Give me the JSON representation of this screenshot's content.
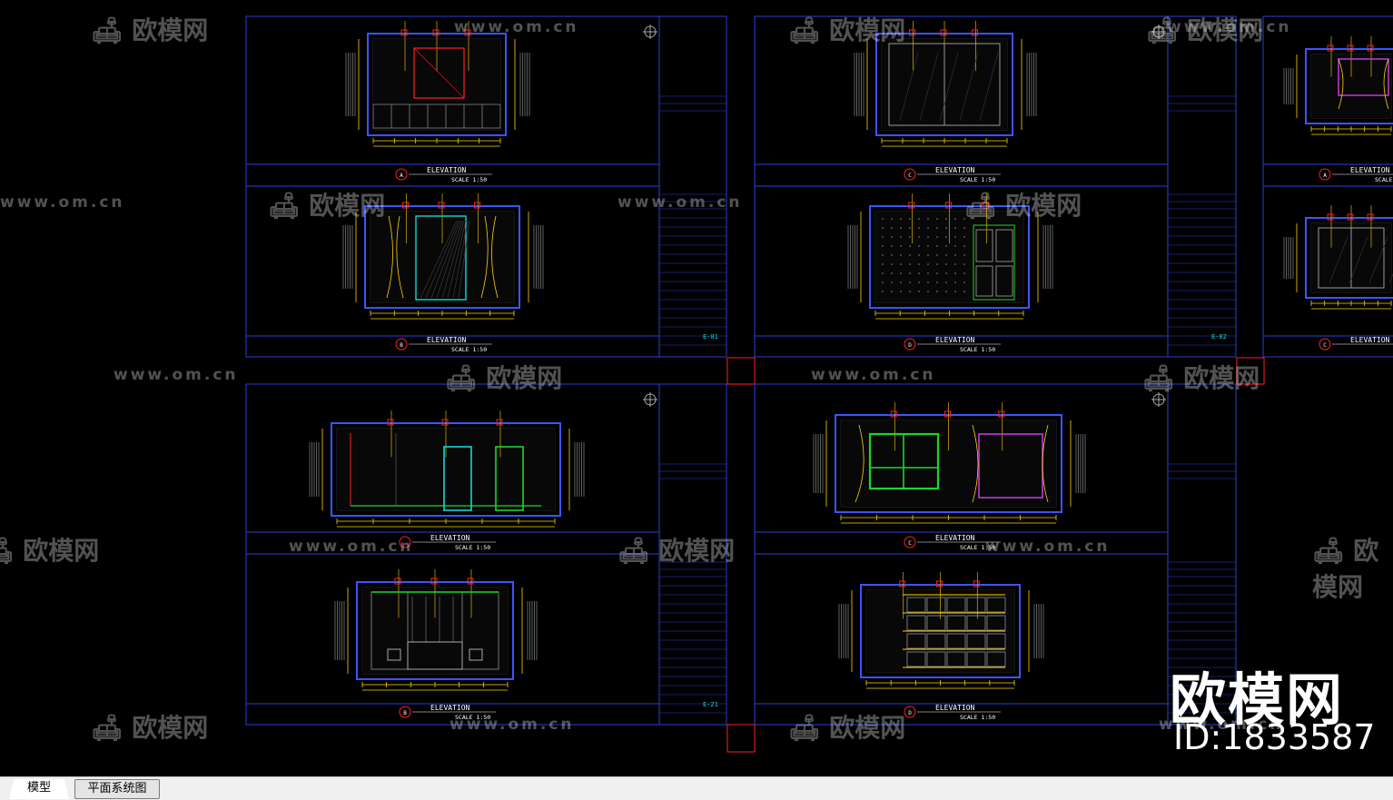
{
  "watermark": {
    "site": "www.om.cn",
    "brand": "欧模网",
    "big_brand": "欧模网",
    "id_text": "ID:1833587"
  },
  "sheets": [
    {
      "sheet_no": "E-01",
      "views": [
        {
          "letter": "A",
          "title": "ELEVATION",
          "scale": "SCALE 1:50"
        },
        {
          "letter": "B",
          "title": "ELEVATION",
          "scale": "SCALE 1:50"
        }
      ]
    },
    {
      "sheet_no": "E-02",
      "views": [
        {
          "letter": "C",
          "title": "ELEVATION",
          "scale": "SCALE 1:50"
        },
        {
          "letter": "D",
          "title": "ELEVATION",
          "scale": "SCALE 1:50"
        }
      ]
    },
    {
      "sheet_no": "",
      "views": [
        {
          "letter": "A",
          "title": "ELEVATION",
          "scale": "SCALE"
        },
        {
          "letter": "C",
          "title": "ELEVATION",
          "scale": ""
        }
      ]
    },
    {
      "sheet_no": "E-21",
      "views": [
        {
          "letter": "",
          "title": "ELEVATION",
          "scale": "SCALE 1:50"
        },
        {
          "letter": "B",
          "title": "ELEVATION",
          "scale": "SCALE 1:50"
        }
      ]
    },
    {
      "sheet_no": "",
      "views": [
        {
          "letter": "C",
          "title": "ELEVATION",
          "scale": "SCALE 1:50"
        },
        {
          "letter": "D",
          "title": "ELEVATION",
          "scale": "SCALE 1:50"
        }
      ]
    }
  ],
  "tabs": [
    {
      "label": "模型",
      "active": true
    },
    {
      "label": "平面系统图",
      "active": false
    }
  ],
  "colors": {
    "background": "#000000",
    "frame": "#2a3fd6",
    "wall": "#3a55ff",
    "dimension": "#ffd400",
    "marker": "#ff2020",
    "green": "#19d72a",
    "cyan": "#17d6d6",
    "magenta": "#c23ad8",
    "title_text": "#ffffff"
  }
}
